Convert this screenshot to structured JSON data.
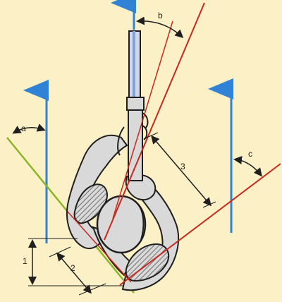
{
  "colors": {
    "background": "#fbf0c6",
    "figure_fill": "#d9d9d9",
    "figure_stroke": "#1f1f1f",
    "blue_arrow": "#2f82d6",
    "red_line": "#c8281f",
    "green_line": "#8ab52a",
    "hatch": "#7a7a7a"
  },
  "labels": {
    "angle_a": "a",
    "angle_b": "b",
    "angle_c": "c",
    "dim_1": "1",
    "dim_2": "2",
    "dim_3": "3"
  },
  "icons": {
    "arrow": "arrowhead",
    "pistol": "pistol-barrel"
  }
}
